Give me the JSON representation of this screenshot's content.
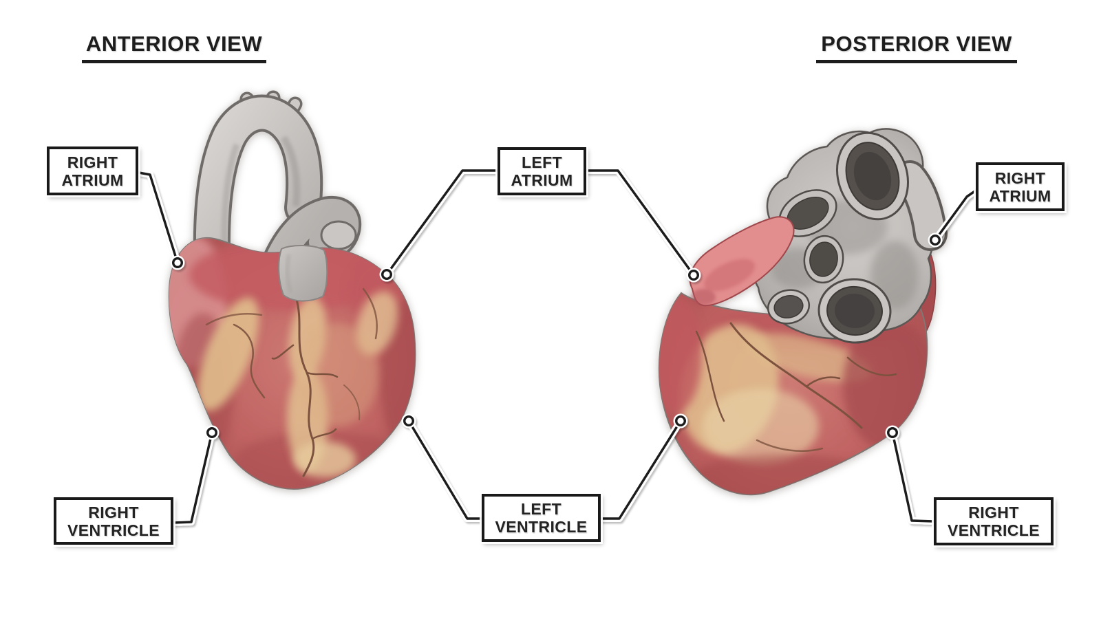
{
  "views": {
    "anterior": {
      "title": "ANTERIOR VIEW"
    },
    "posterior": {
      "title": "POSTERIOR VIEW"
    }
  },
  "callouts": [
    {
      "id": "anterior-right-atrium",
      "line1": "RIGHT",
      "line2": "ATRIUM",
      "points_to": "anterior-heart"
    },
    {
      "id": "anterior-right-ventricle",
      "line1": "RIGHT",
      "line2": "VENTRICLE",
      "points_to": "anterior-heart"
    },
    {
      "id": "left-atrium",
      "line1": "LEFT",
      "line2": "ATRIUM",
      "points_to": "both-hearts"
    },
    {
      "id": "left-ventricle",
      "line1": "LEFT",
      "line2": "VENTRICLE",
      "points_to": "both-hearts"
    },
    {
      "id": "posterior-right-atrium",
      "line1": "RIGHT",
      "line2": "ATRIUM",
      "points_to": "posterior-heart"
    },
    {
      "id": "posterior-right-ventricle",
      "line1": "RIGHT",
      "line2": "VENTRICLE",
      "points_to": "posterior-heart"
    }
  ],
  "colors": {
    "background": "#ffffff",
    "text": "#1d1d1d",
    "box_border": "#191919",
    "box_fill": "#ffffff",
    "leader_line": "#1b1b1b",
    "heart_red": "#c06362",
    "heart_dark_red": "#a54b4f",
    "atrium_pink": "#e28d8e",
    "fat_yellow": "#e2c190",
    "vessel_grey": "#c9c6c3",
    "vessel_outline_grey": "#5b5754",
    "coronary_brown": "#7c523f"
  }
}
